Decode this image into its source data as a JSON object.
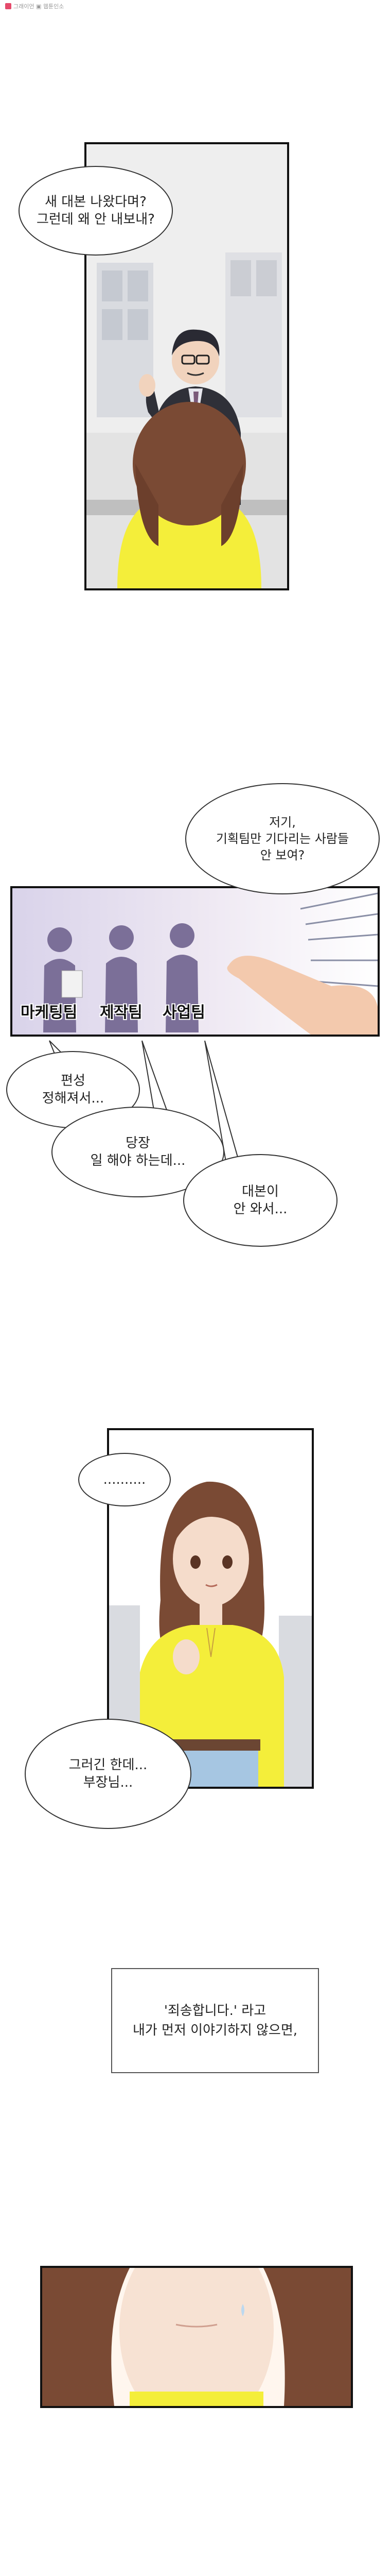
{
  "watermark": {
    "text": "그래이언 ▣ 웹툰인소"
  },
  "panel1": {
    "bubble": "새 대본 나왔다며?\n그런데 왜 안 내보내?"
  },
  "panel2": {
    "bubble_top": "저기,\n기획팀만 기다리는 사람들\n안 보여?",
    "labels": [
      "마케팅팀",
      "제작팀",
      "사업팀"
    ],
    "bubbles": [
      "편성\n정해져서...",
      "당장\n일 해야 하는데...",
      "대본이\n안 와서..."
    ]
  },
  "panel3": {
    "bubble_dots": "..........",
    "bubble_bottom": "그러긴 한데...\n부장님..."
  },
  "caption": {
    "text": "'죄송합니다.' 라고\n내가 먼저 이야기하지 않으면,"
  },
  "colors": {
    "accent_yellow": "#f4ee3a",
    "skin": "#f3d6c2",
    "hair": "#7a4a34",
    "border": "#111111"
  }
}
